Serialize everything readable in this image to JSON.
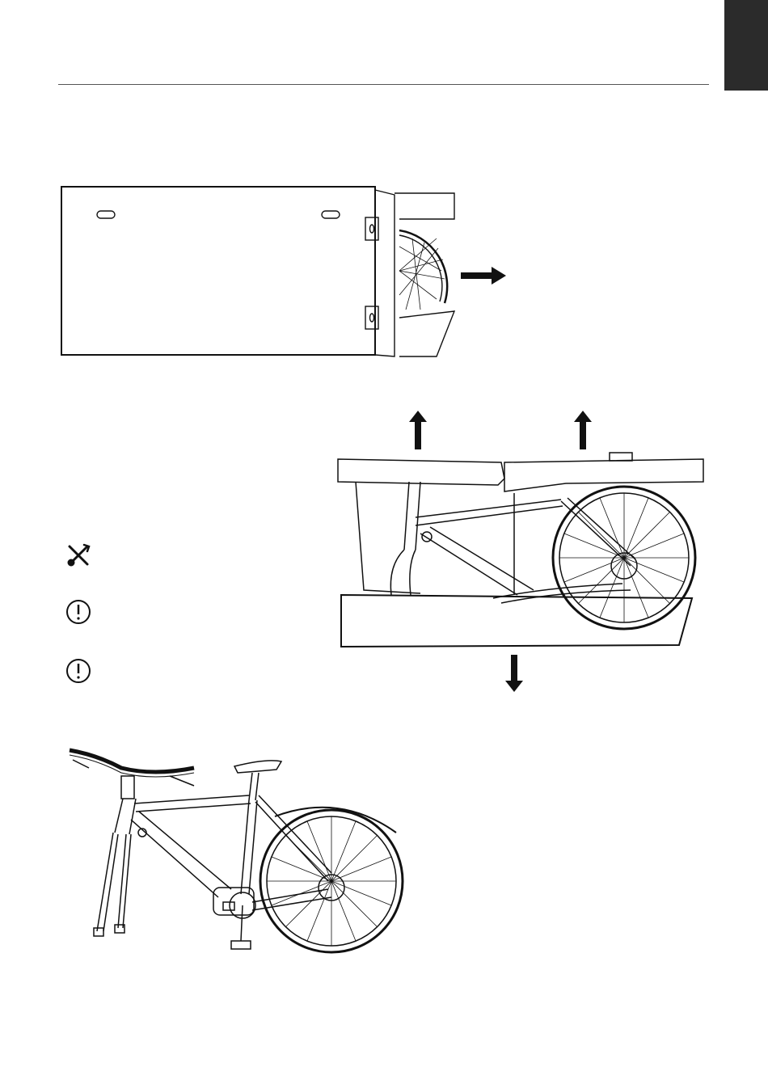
{
  "page": {
    "colors": {
      "ink": "#111111",
      "rule": "#555555",
      "tab": "#2b2b2b",
      "paper": "#ffffff"
    }
  },
  "icons": [
    {
      "name": "tools-icon",
      "glyph": "screwdriver-and-wrench"
    },
    {
      "name": "warning-icon",
      "glyph": "exclamation-in-circle"
    },
    {
      "name": "warning-icon",
      "glyph": "exclamation-in-circle"
    }
  ]
}
